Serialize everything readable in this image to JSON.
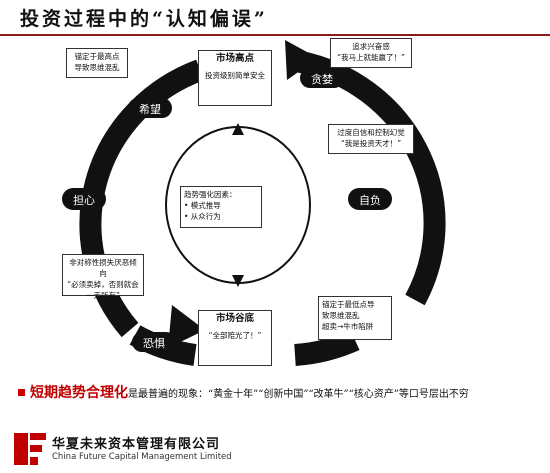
{
  "title": "投资过程中的“认知偏误”",
  "diagram": {
    "top_box": {
      "heading": "市场高点",
      "text": "投资级别简单安全"
    },
    "bottom_box": {
      "heading": "市场谷底",
      "text": "“全部赔光了！”"
    },
    "center_box": {
      "lines": [
        "趋势强化因素：",
        "• 模式推导",
        "• 从众行为"
      ]
    },
    "note_top_left": {
      "lines": [
        "锚定于最高点",
        "导致思维混乱"
      ]
    },
    "note_top_right": {
      "lines": [
        "追求兴奋感",
        "“我马上就能赢了！”"
      ]
    },
    "note_right": {
      "lines": [
        "过度自信和控制幻觉",
        "“我是投资天才！”"
      ]
    },
    "note_left": {
      "lines": [
        "非对称性损失厌恶倾向",
        "“必须卖掉，否则就会",
        "一无所有”"
      ]
    },
    "note_bottom_right": {
      "lines": [
        "锚定于最低点导",
        "致思维混乱",
        "超卖→牛市陷阱"
      ]
    },
    "labels": {
      "hope": "希望",
      "greed": "贪婪",
      "worry": "担心",
      "confident": "自负",
      "fear": "恐惧"
    }
  },
  "footer": {
    "highlight": "短期趋势合理化",
    "text": "是最普遍的现象：“黄金十年”“创新中国”“改革牛”“核心资产”等口号层出不穷"
  },
  "company": {
    "cn": "华夏未来资本管理有限公司",
    "en": "China Future Capital Management Limited"
  },
  "colors": {
    "accent": "#c00000",
    "ring": "#111111",
    "rule": "#8b1c1c"
  }
}
